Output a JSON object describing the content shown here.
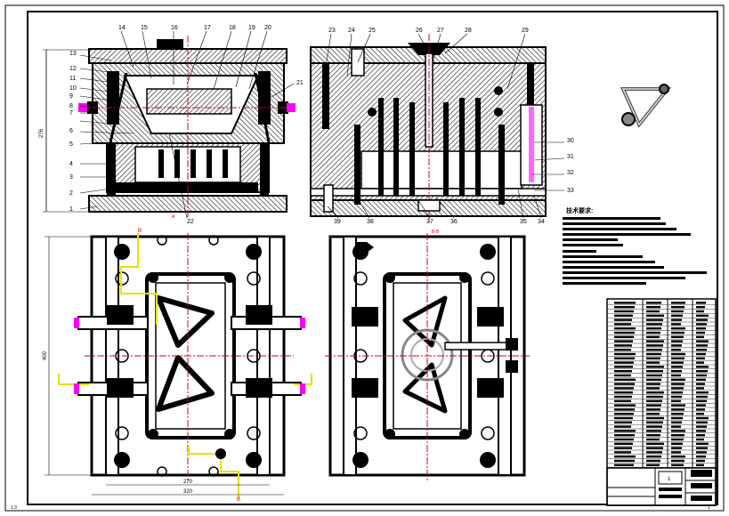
{
  "drawing": {
    "part_numbers": {
      "top_left": [
        "14",
        "15",
        "16",
        "17",
        "18",
        "19",
        "20"
      ],
      "left": [
        "13",
        "12",
        "11",
        "10",
        "9",
        "8",
        "7",
        "6",
        "5",
        "4",
        "3",
        "2",
        "1"
      ],
      "right_of_left": [
        "21"
      ],
      "bottom_left": [
        "22"
      ],
      "top_right": [
        "23",
        "24",
        "25",
        "26",
        "27",
        "28",
        "29"
      ],
      "right": [
        "30",
        "31",
        "32",
        "33"
      ],
      "bottom_right": [
        "39",
        "38",
        "37",
        "36",
        "35",
        "34"
      ]
    },
    "dimensions": {
      "height_left": "276",
      "plan_height": "400",
      "plan_width_inner": "270",
      "plan_width_outer": "320"
    },
    "section_marks": {
      "a": "A",
      "b": "B",
      "b2": "B",
      "mid": "B-B"
    },
    "corner_marks": {
      "left": "1:3",
      "right": "1"
    },
    "tech_title": "技术要求:",
    "title_block": {
      "small_label": "1"
    }
  },
  "colors": {
    "ink": "#000000",
    "centerline": "#d0001a",
    "hatch_note": "#c00000",
    "magenta": "#ff00ff",
    "yellow": "#e8e000",
    "paper": "#ffffff"
  },
  "icons": [
    "part-iso-icon",
    "ejector-arrow-icon"
  ]
}
